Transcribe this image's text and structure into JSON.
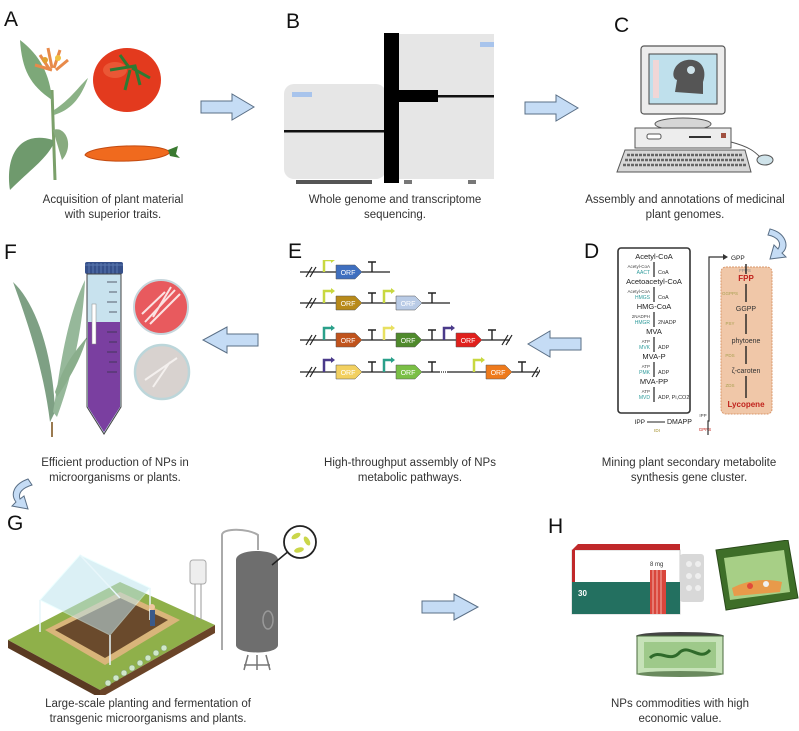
{
  "figure": {
    "panels": {
      "A": {
        "letter": "A",
        "caption_line1": "Acquisition of plant material",
        "caption_line2": "with superior traits."
      },
      "B": {
        "letter": "B",
        "caption_line1": "Whole genome and transcriptome",
        "caption_line2": "sequencing."
      },
      "C": {
        "letter": "C",
        "caption_line1": "Assembly and annotations of medicinal",
        "caption_line2": "plant genomes."
      },
      "D": {
        "letter": "D",
        "caption_line1": "Mining plant secondary metabolite",
        "caption_line2": "synthesis gene cluster.",
        "mva_pathway": {
          "metabolites": [
            "Acetyl-CoA",
            "Acetoacetyl-CoA",
            "HMG-CoA",
            "MVA",
            "MVA-P",
            "MVA-PP"
          ],
          "enzymes": [
            "AACT",
            "HMGS",
            "HMGR",
            "MVK",
            "PMK",
            "MVD"
          ],
          "inputs": [
            "Acetyl-CoA",
            "Acetyl-CoA",
            "2NADPH",
            "ATP",
            "ATP",
            "ATP"
          ],
          "outputs": [
            "CoA",
            "CoA",
            "2NADP",
            "ADP",
            "ADP",
            "ADP, Pi,CO2"
          ],
          "ipp": "IPP",
          "dmapp": "DMAPP",
          "idi": "IDI"
        },
        "carotenoid_pathway": {
          "gpp": "GPP",
          "fpps": "FPPS",
          "gpps": "GPPS",
          "ipp_label": "IPP",
          "metabolites": [
            "FPP",
            "GGPP",
            "phytoene",
            "ζ-caroten",
            "Lycopene"
          ],
          "enzymes": [
            "GGPPS",
            "PSY",
            "PDS",
            "ZDS"
          ]
        }
      },
      "E": {
        "letter": "E",
        "caption_line1": "High-throughput assembly of NPs",
        "caption_line2": "metabolic pathways.",
        "orf_label": "ORF",
        "constructs": [
          {
            "orfs": [
              "#3f6fbf"
            ]
          },
          {
            "orfs": [
              "#b88a1a",
              "#b9cbe6"
            ]
          },
          {
            "orfs": [
              "#c0531c",
              "#4f8a2c",
              "#e0201c"
            ]
          },
          {
            "orfs": [
              "#f2d060",
              "#7abf45",
              "#ee7a1c"
            ]
          }
        ]
      },
      "F": {
        "letter": "F",
        "caption_line1": "Efficient production of NPs in",
        "caption_line2": "microorganisms or plants."
      },
      "G": {
        "letter": "G",
        "caption_line1": "Large-scale planting and fermentation of",
        "caption_line2": "transgenic microorganisms and plants."
      },
      "H": {
        "letter": "H",
        "caption_line1": "NPs commodities with high",
        "caption_line2": "economic value.",
        "box_count": "30",
        "box_dose": "8 mg"
      }
    },
    "colors": {
      "arrow_fill": "#c5dcf5",
      "arrow_stroke": "#5a6f86",
      "pathway_teal": "#2e9b9b",
      "pathway_red": "#c0221c",
      "carotenoid_box": "#f0c7a8"
    }
  }
}
